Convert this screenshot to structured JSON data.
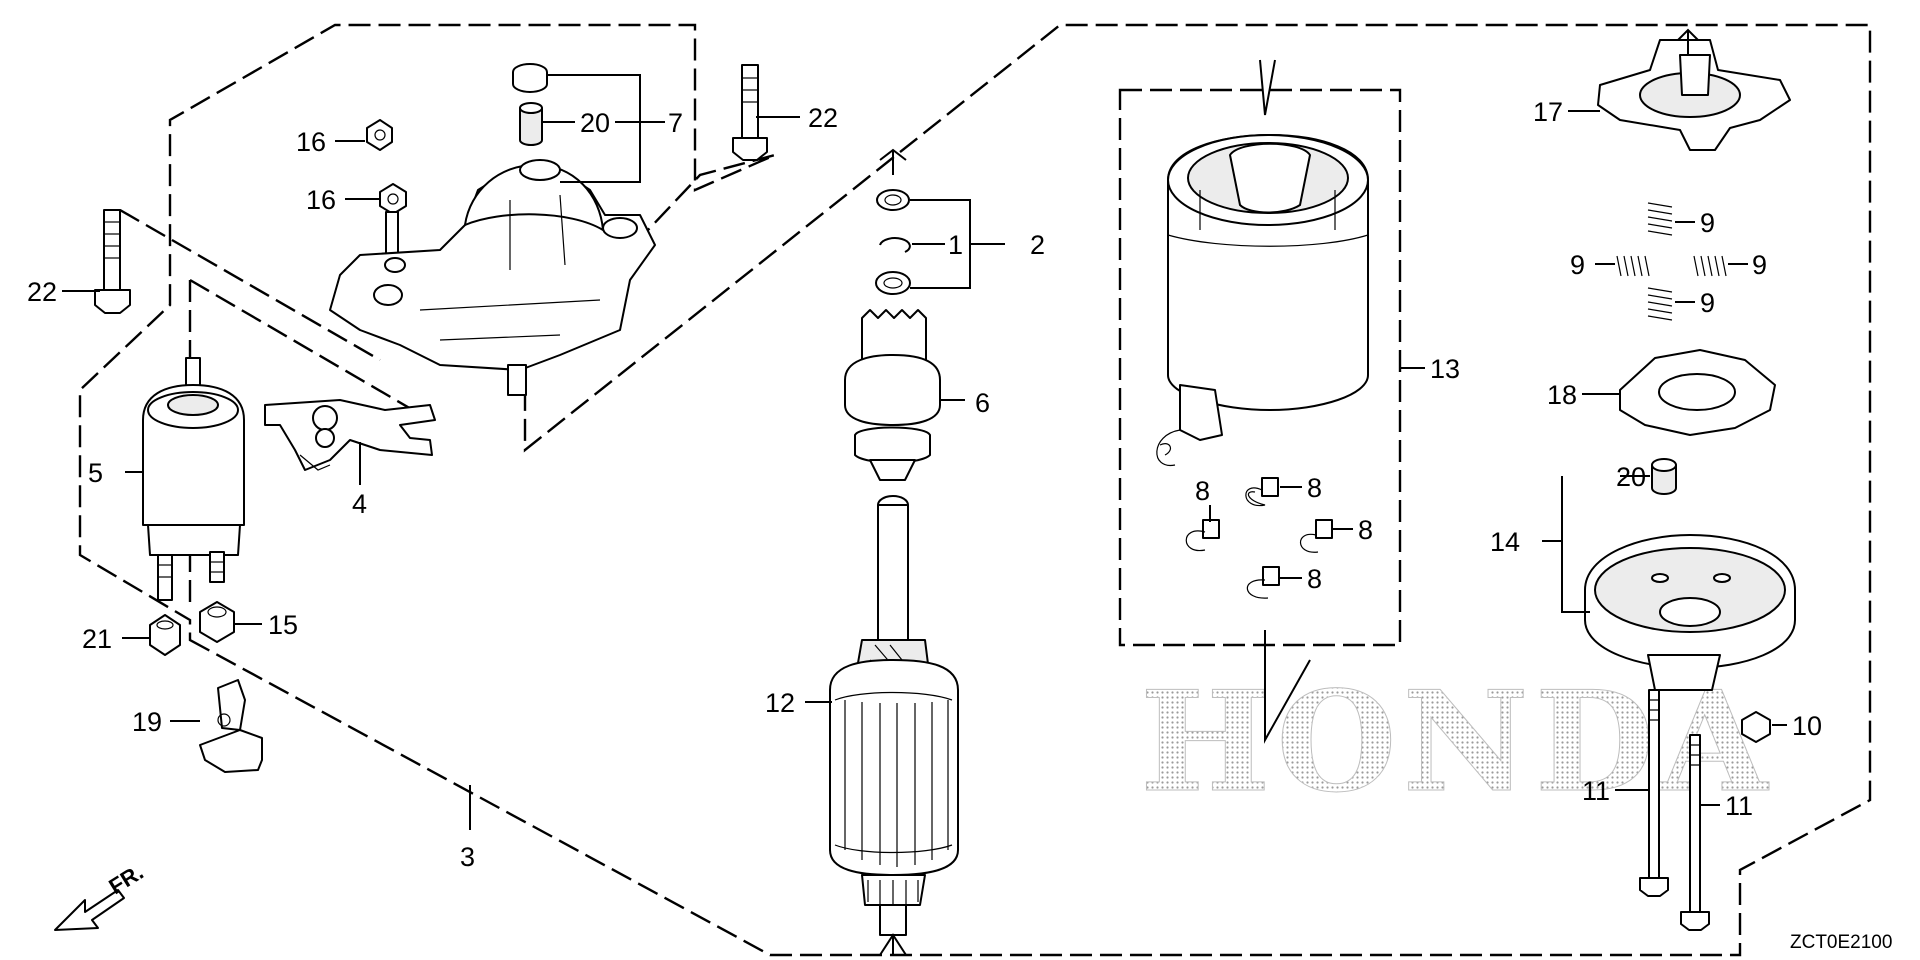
{
  "diagram": {
    "drawing_code": "ZCT0E2100",
    "direction_label": "FR.",
    "brand_watermark": "HONDA",
    "callouts": {
      "c1": "1",
      "c2": "2",
      "c3": "3",
      "c4": "4",
      "c5": "5",
      "c6": "6",
      "c7": "7",
      "c8a": "8",
      "c8b": "8",
      "c8c": "8",
      "c8d": "8",
      "c9a": "9",
      "c9b": "9",
      "c9c": "9",
      "c9d": "9",
      "c10": "10",
      "c11a": "11",
      "c11b": "11",
      "c12": "12",
      "c13": "13",
      "c14": "14",
      "c15": "15",
      "c16a": "16",
      "c16b": "16",
      "c17": "17",
      "c18": "18",
      "c19": "19",
      "c20a": "20",
      "c20b": "20",
      "c21": "21",
      "c22a": "22",
      "c22b": "22"
    }
  }
}
